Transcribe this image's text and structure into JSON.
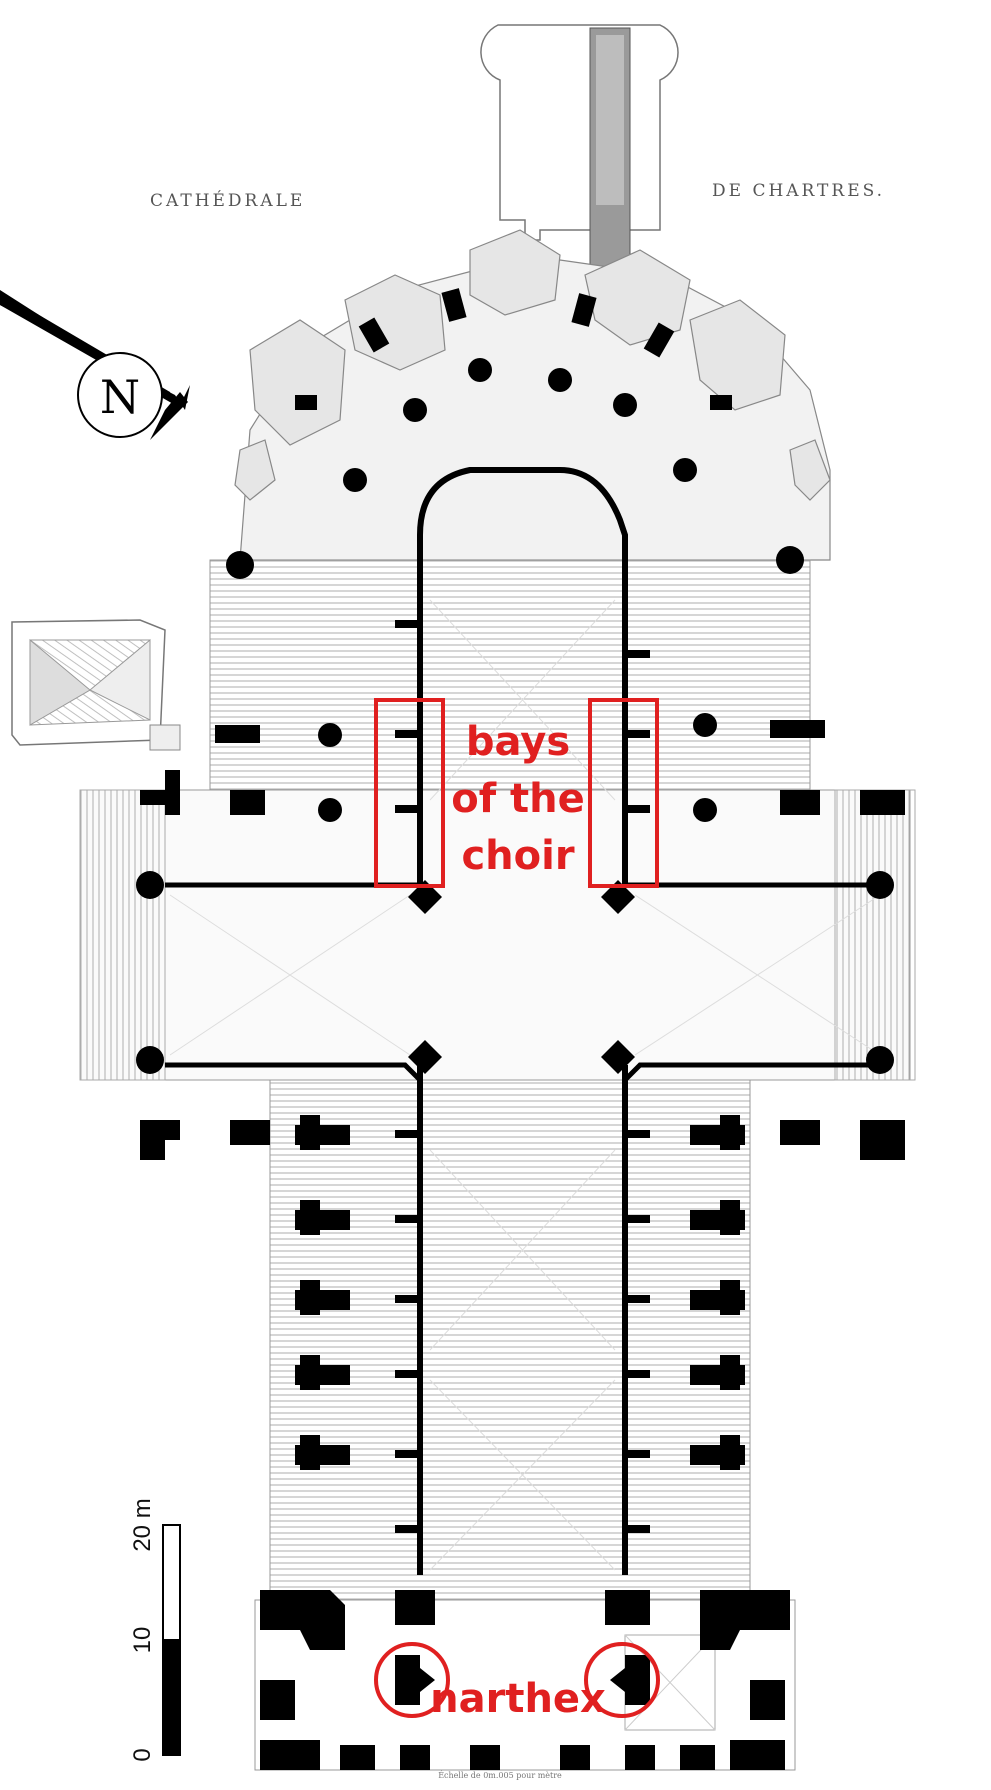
{
  "title_left": "CATHÉDRALE",
  "title_right": "DE CHARTRES.",
  "north_label": "N",
  "annotations": {
    "bays_line1": "bays",
    "bays_line2": "of the",
    "bays_line3": "choir",
    "narthex": "narthex"
  },
  "scale_bar": {
    "labels": [
      "0",
      "10",
      "20 m"
    ]
  },
  "footer_caption": "Échelle de 0m.005 pour mètre",
  "colors": {
    "annotation": "#e02020",
    "wall": "#000000",
    "paper": "#ffffff",
    "hatch": "#9a9a9a"
  }
}
